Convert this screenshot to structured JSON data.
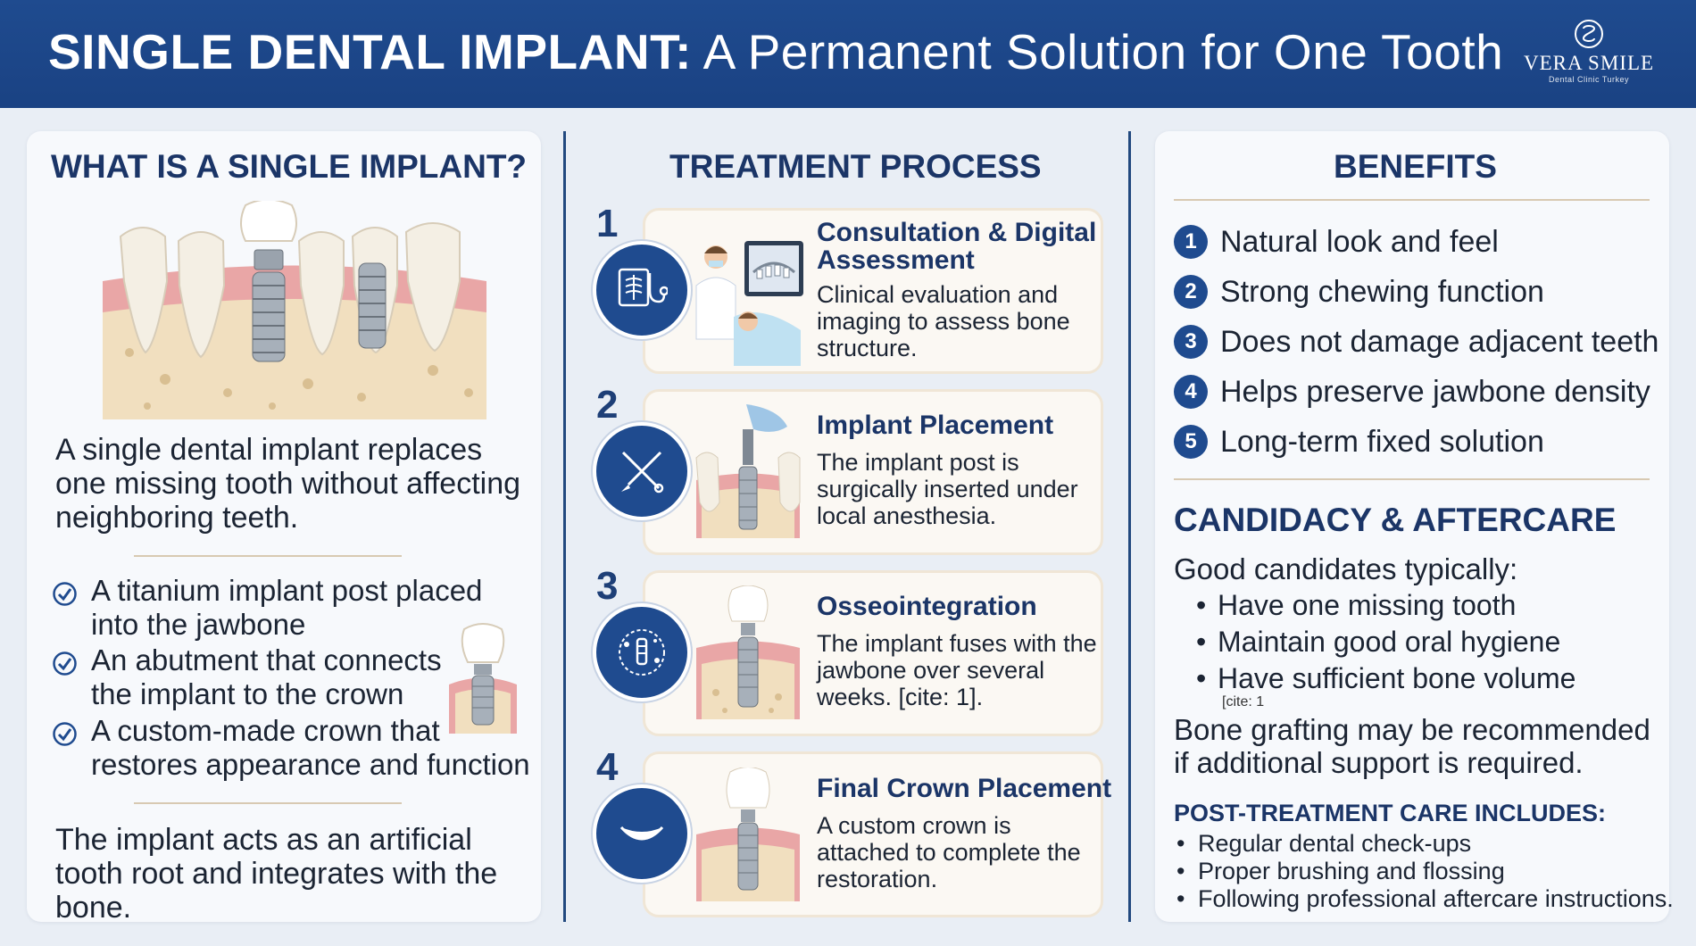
{
  "header": {
    "title_bold": "SINGLE DENTAL IMPLANT:",
    "title_light": "A Permanent Solution for One Tooth",
    "logo_name": "VERA SMILE",
    "logo_sub": "Dental Clinic Turkey"
  },
  "left": {
    "title": "WHAT IS A SINGLE IMPLANT?",
    "intro": "A single dental implant replaces one missing tooth without affecting neighboring teeth.",
    "components": [
      "A titanium implant post placed",
      "into the jawbone",
      "An abutment that connects",
      "the implant to the crown",
      "A custom-made crown that",
      "restores appearance and function"
    ],
    "outro": "The implant acts as an artificial tooth root and integrates with the bone."
  },
  "center": {
    "title": "TREATMENT PROCESS",
    "steps": [
      {
        "num": "1",
        "title_line1": "Consultation & Digital",
        "title_line2": "Assessment",
        "desc": "Clinical evaluation and imaging to assess bone structure.",
        "icon": "xray-stethoscope-icon"
      },
      {
        "num": "2",
        "title_line1": "Implant Placement",
        "title_line2": "",
        "desc": "The implant post is surgically inserted under local anesthesia.",
        "icon": "surgical-tools-icon"
      },
      {
        "num": "3",
        "title_line1": "Osseointegration",
        "title_line2": "",
        "desc": "The implant fuses with the jawbone over several weeks. [cite: 1].",
        "icon": "bone-integration-icon"
      },
      {
        "num": "4",
        "title_line1": "Final Crown Placement",
        "title_line2": "",
        "desc": "A custom crown is attached to complete the restoration.",
        "icon": "smile-icon"
      }
    ]
  },
  "right": {
    "benefits_title": "BENEFITS",
    "benefits": [
      {
        "num": "1",
        "text": "Natural look and feel"
      },
      {
        "num": "2",
        "text": "Strong chewing function"
      },
      {
        "num": "3",
        "text": "Does not damage adjacent teeth"
      },
      {
        "num": "4",
        "text": "Helps preserve jawbone density"
      },
      {
        "num": "5",
        "text": "Long-term fixed solution"
      }
    ],
    "candidacy_title": "CANDIDACY & AFTERCARE",
    "candidates_intro": "Good candidates typically:",
    "candidates": [
      "Have one missing tooth",
      "Maintain good oral hygiene",
      "Have sufficient bone volume"
    ],
    "cite": "[cite: 1",
    "grafting_line1": "Bone grafting may be recommended",
    "grafting_line2": "if additional support is required.",
    "post_title": "POST-TREATMENT CARE INCLUDES:",
    "post_items": [
      "Regular dental check-ups",
      "Proper brushing and flossing",
      "Following professional aftercare instructions."
    ]
  },
  "colors": {
    "navy": "#1f4b8f",
    "title_navy": "#1b3567",
    "gum": "#e9a6a6",
    "bone": "#f1dfbf",
    "panel": "#f7f9fc"
  }
}
